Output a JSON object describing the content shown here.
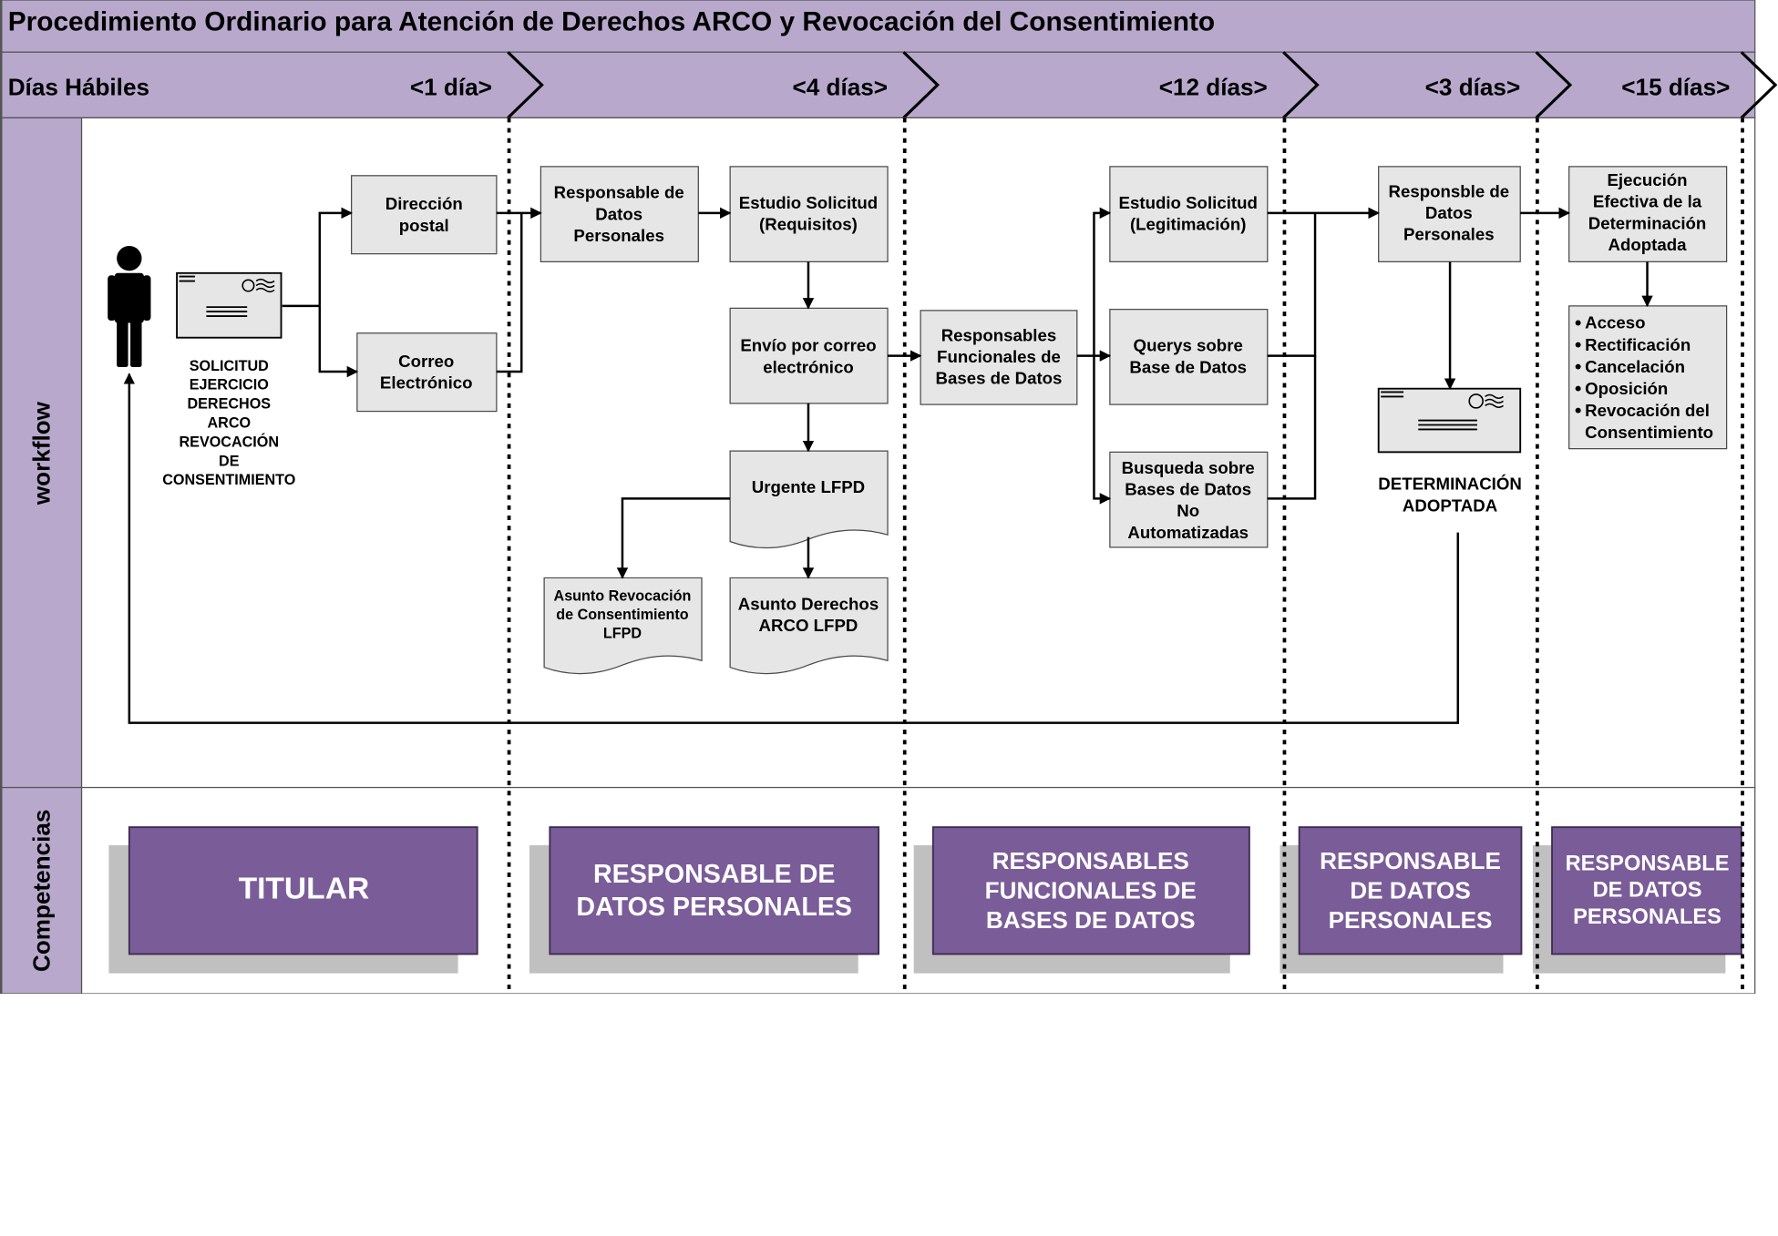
{
  "title": "Procedimiento Ordinario para Atención de Derechos ARCO y Revocación del Consentimiento",
  "header": {
    "dias_label": "Días Hábiles",
    "phases": [
      "<1 día>",
      "<4 días>",
      "<12 días>",
      "<3 días>",
      "<15 días>"
    ]
  },
  "lanes": {
    "workflow": "workflow",
    "competencias": "Competencias"
  },
  "nodes": {
    "solicitud": [
      "SOLICITUD",
      "EJERCICIO",
      "DERECHOS",
      "ARCO",
      "REVOCACIÓN",
      "DE",
      "CONSENTIMIENTO"
    ],
    "direccion_postal": [
      "Dirección",
      "postal"
    ],
    "correo_electronico": [
      "Correo",
      "Electrónico"
    ],
    "responsable_datos_1": [
      "Responsable de",
      "Datos",
      "Personales"
    ],
    "estudio_requisitos": [
      "Estudio Solicitud",
      "(Requisitos)"
    ],
    "envio_correo": [
      "Envío por correo",
      "electrónico"
    ],
    "urgente_lfpd": [
      "Urgente LFPD"
    ],
    "asunto_revocacion": [
      "Asunto Revocación",
      "de Consentimiento",
      "LFPD"
    ],
    "asunto_derechos": [
      "Asunto Derechos",
      "ARCO LFPD"
    ],
    "responsables_funcionales": [
      "Responsables",
      "Funcionales de",
      "Bases de Datos"
    ],
    "estudio_legitimacion": [
      "Estudio Solicitud",
      "(Legitimación)"
    ],
    "querys": [
      "Querys sobre",
      "Base de Datos"
    ],
    "busqueda": [
      "Busqueda sobre",
      "Bases de Datos",
      "No",
      "Automatizadas"
    ],
    "responsable_datos_2": [
      "Responsble de",
      "Datos",
      "Personales"
    ],
    "determinacion": [
      "DETERMINACIÓN",
      "ADOPTADA"
    ],
    "ejecucion": [
      "Ejecución",
      "Efectiva de la",
      "Determinación",
      "Adoptada"
    ],
    "derechos_list": [
      "Acceso",
      "Rectificación",
      "Cancelación",
      "Oposición",
      "Revocación del",
      "Consentimiento"
    ]
  },
  "competencias": [
    [
      "TITULAR"
    ],
    [
      "RESPONSABLE DE",
      "DATOS PERSONALES"
    ],
    [
      "RESPONSABLES",
      "FUNCIONALES DE",
      "BASES DE DATOS"
    ],
    [
      "RESPONSABLE",
      "DE DATOS",
      "PERSONALES"
    ],
    [
      "RESPONSABLE",
      "DE DATOS",
      "PERSONALES"
    ]
  ],
  "colors": {
    "header_band": "#b8a8cc",
    "competencia_box": "#7a5c98",
    "competencia_shadow": "#c0c0c0",
    "process_box": "#e6e6e6"
  }
}
